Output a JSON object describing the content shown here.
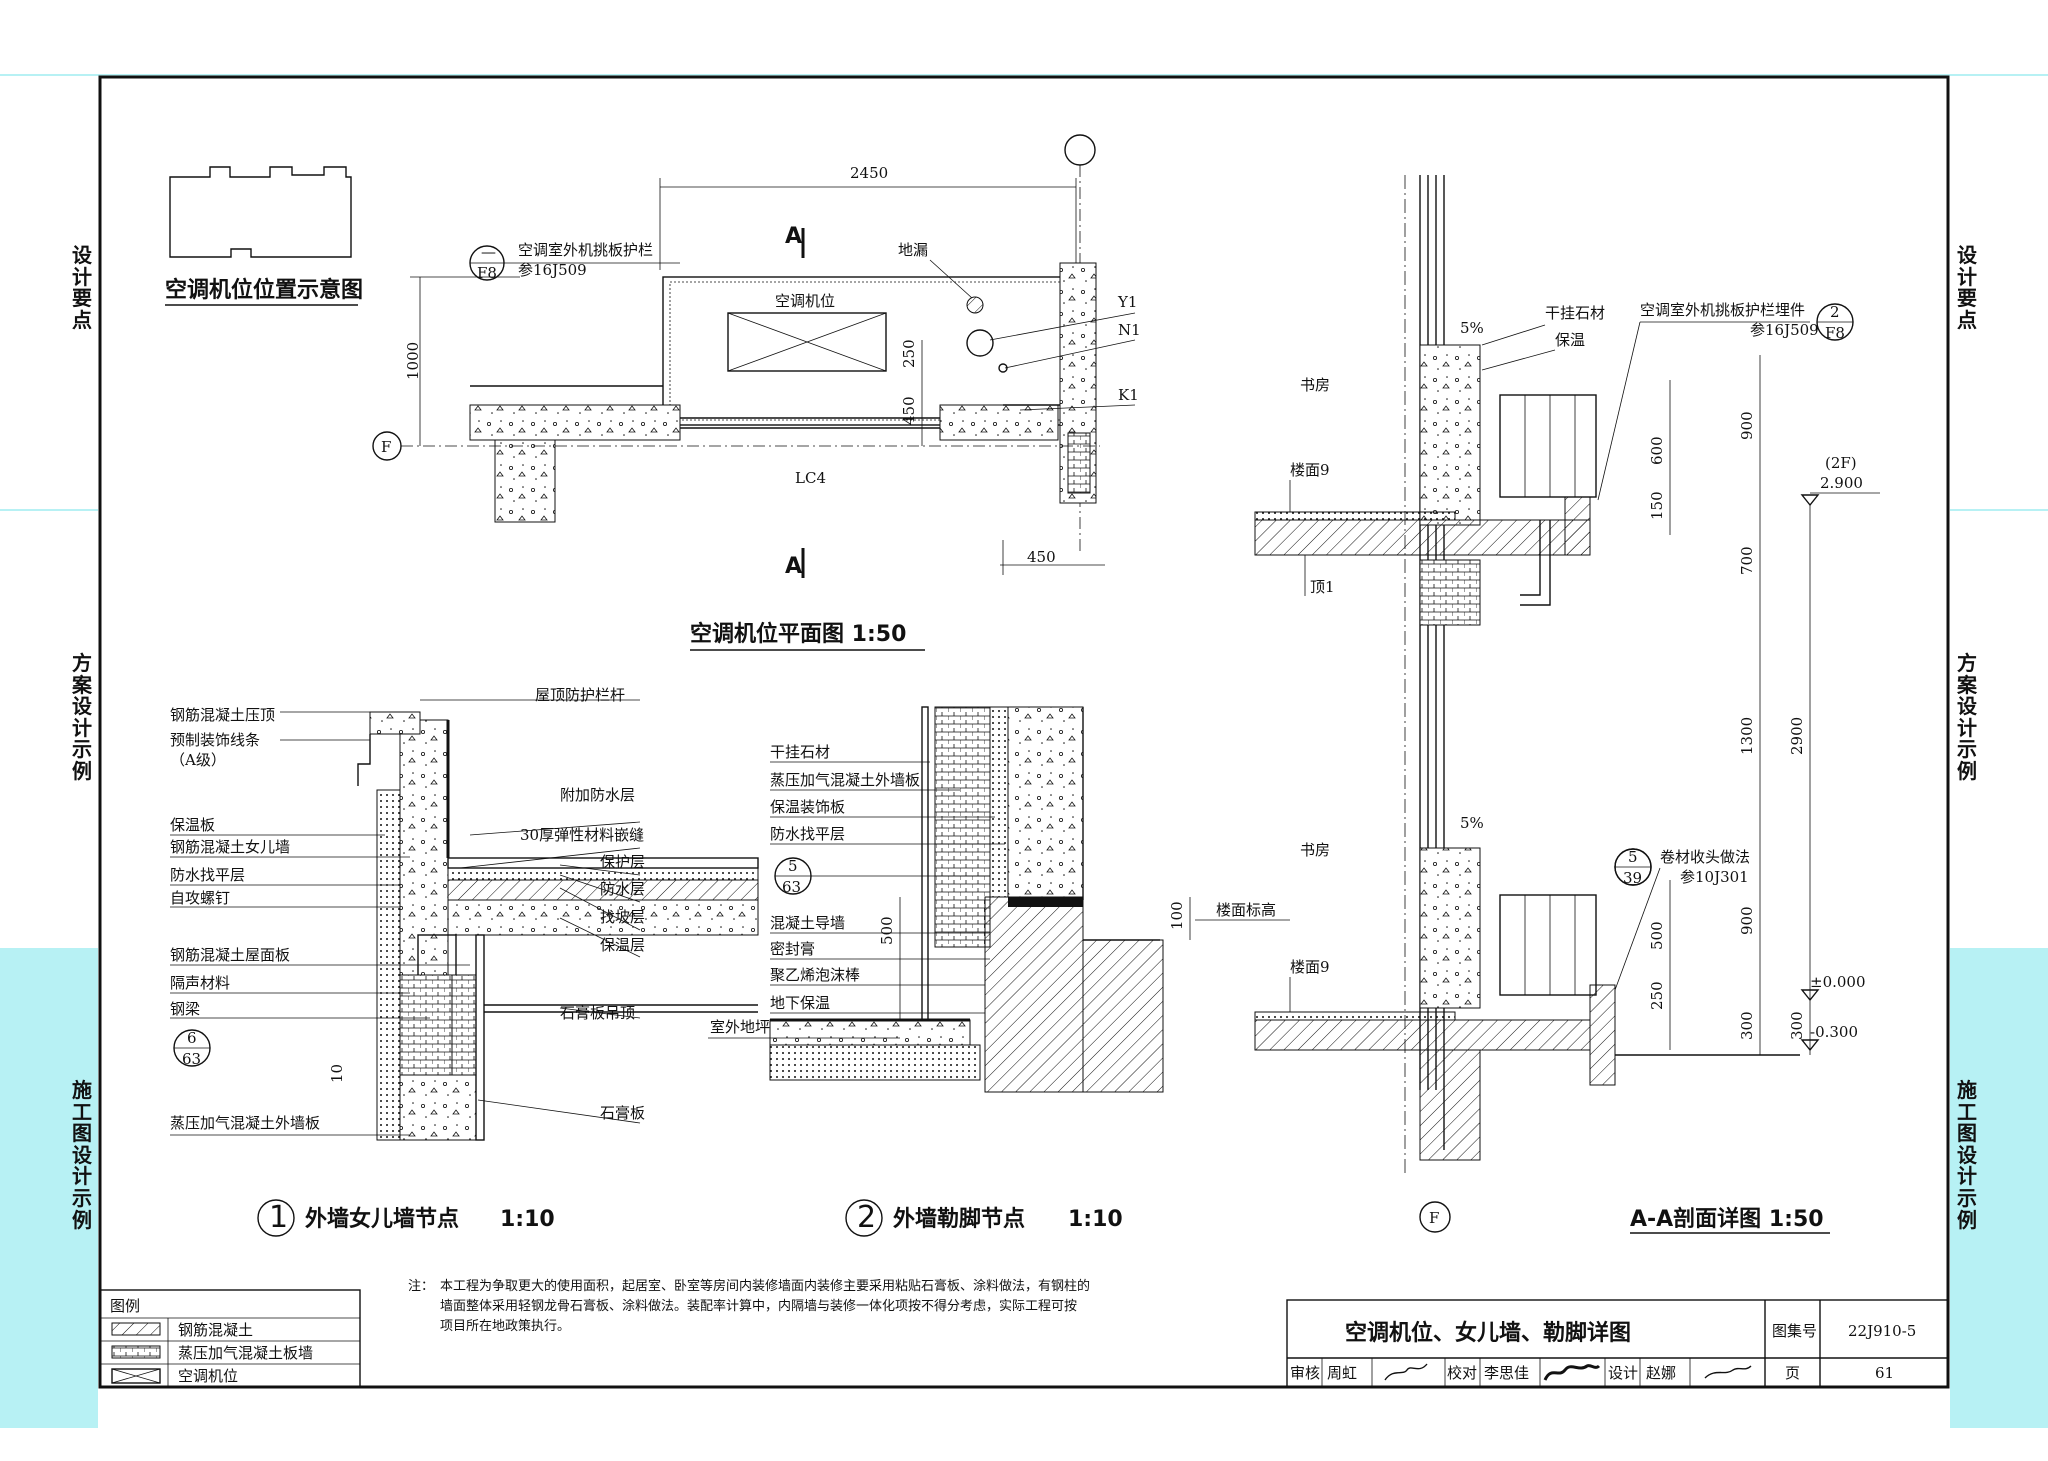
{
  "side_left": [
    "设计要点",
    "方案设计示例",
    "施工图设计示例"
  ],
  "side_right": [
    "设计要点",
    "方案设计示例",
    "施工图设计示例"
  ],
  "colors": {
    "accent_band": "#b7f1f4",
    "line": "#111111"
  },
  "key_plan": {
    "title": "空调机位位置示意图"
  },
  "plan": {
    "title": "空调机位平面图  1:50",
    "dim_top": "2450",
    "dim_left": "1000",
    "dim_bottom": "450",
    "dim_small_a": "250",
    "dim_small_b": "450",
    "section_mark": "A",
    "grid_f": "F",
    "window": "LC4",
    "ac_label": "空调机位",
    "drain": "地漏",
    "railing": "空调室外机挑板护栏",
    "railing_ref": "参16J509",
    "detail_num": "—",
    "detail_sheet": "F8",
    "pipes": [
      "Y1",
      "N1",
      "K1"
    ]
  },
  "node1": {
    "num": "1",
    "title": "外墙女儿墙节点",
    "scale": "1:10",
    "left_labels": [
      "钢筋混凝土压顶",
      "预制装饰线条",
      "（A级）",
      "保温板",
      "钢筋混凝土女儿墙",
      "防水找平层",
      "自攻螺钉",
      "钢筋混凝土屋面板",
      "隔声材料",
      "钢梁",
      "蒸压加气混凝土外墙板"
    ],
    "right_labels": [
      "屋顶防护栏杆",
      "附加防水层",
      "30厚弹性材料嵌缝",
      "保护层",
      "防水层",
      "找坡层",
      "保温层",
      "石膏板吊顶",
      "石膏板"
    ],
    "detail_num": "6",
    "detail_sheet": "63",
    "dim": "10"
  },
  "node2": {
    "num": "2",
    "title": "外墙勒脚节点",
    "scale": "1:10",
    "labels": [
      "干挂石材",
      "蒸压加气混凝土外墙板",
      "保温装饰板",
      "防水找平层",
      "混凝土导墙",
      "密封膏",
      "聚乙烯泡沫棒",
      "地下保温",
      "室外地坪"
    ],
    "detail_num": "5",
    "detail_sheet": "63",
    "dim_a": "500",
    "dim_b": "100",
    "floor_level": "楼面标高"
  },
  "section": {
    "title": "A-A剖面详图  1:50",
    "room": "书房",
    "floor": "楼面9",
    "ceiling": "顶1",
    "slope": "5%",
    "stone": "干挂石材",
    "insulation": "保温",
    "railing": "空调室外机挑板护栏埋件",
    "railing_ref": "参16J509",
    "railing_num": "2",
    "railing_sheet": "F8",
    "membrane": "卷材收头做法",
    "membrane_ref": "参10J301",
    "membrane_num": "5",
    "membrane_sheet": "39",
    "dims_upper": [
      "900",
      "600",
      "150",
      "700",
      "1300",
      "900",
      "500",
      "250",
      "300",
      "300",
      "2900"
    ],
    "level_2f": "(2F)",
    "level_2f_val": "2.900",
    "level_0": "±0.000",
    "level_neg": "-0.300",
    "grid_f": "F"
  },
  "note": {
    "prefix": "注：",
    "lines": [
      "本工程为争取更大的使用面积，起居室、卧室等房间内装修墙面内装修主要采用粘贴石膏板、涂料做法，有钢柱的",
      "墙面整体采用轻钢龙骨石膏板、涂料做法。装配率计算中，内隔墙与装修一体化项按不得分考虑，实际工程可按",
      "项目所在地政策执行。"
    ]
  },
  "legend": {
    "title": "图例",
    "items": [
      "钢筋混凝土",
      "蒸压加气混凝土板墙",
      "空调机位"
    ]
  },
  "title_block": {
    "title": "空调机位、女儿墙、勒脚详图",
    "atlas_label": "图集号",
    "atlas_no": "22J910-5",
    "review": "审核",
    "reviewer": "周虹",
    "check": "校对",
    "checker": "李思佳",
    "design": "设计",
    "designer": "赵娜",
    "page_label": "页",
    "page_no": "61"
  }
}
